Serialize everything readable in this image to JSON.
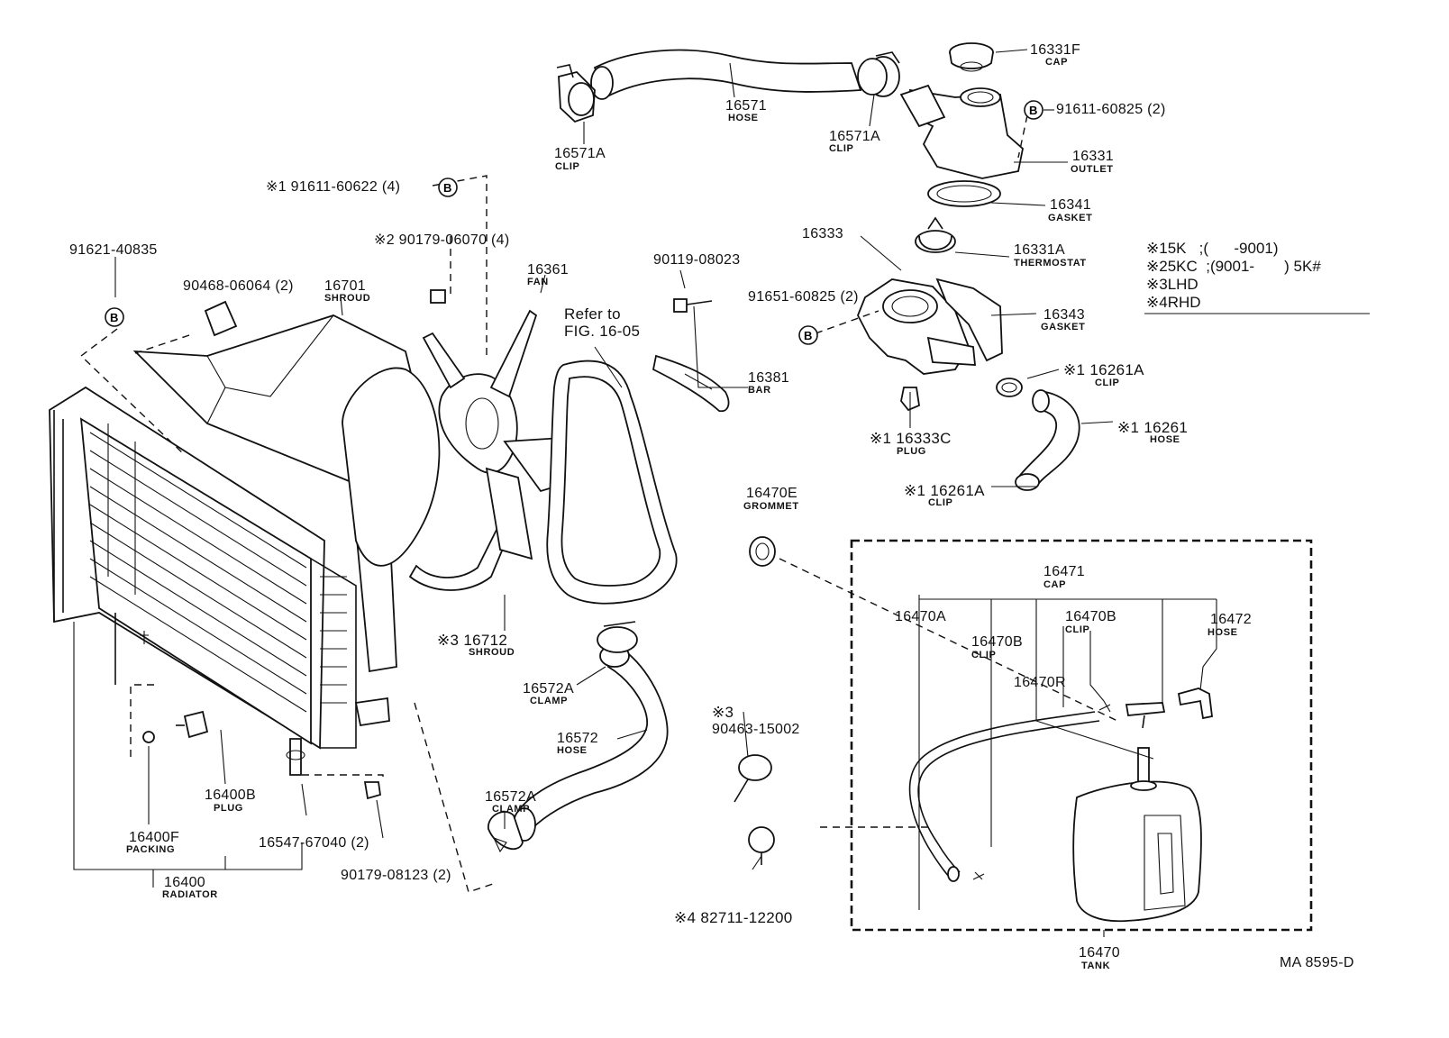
{
  "figure": {
    "code": "MA 8595-D",
    "refer_line1": "Refer to",
    "refer_line2": "FIG. 16-05",
    "bolt_marker": "B"
  },
  "legend": [
    {
      "mark": "※1",
      "text": "5K   ;(      -9001)"
    },
    {
      "mark": "※2",
      "text": "5KC  ;(9001-       ) 5K#"
    },
    {
      "mark": "※3",
      "text": "LHD"
    },
    {
      "mark": "※4",
      "text": "RHD"
    }
  ],
  "parts": {
    "p16331F": {
      "num": "16331F",
      "name": "CAP"
    },
    "p16571_hose": {
      "num": "16571",
      "name": "HOSE"
    },
    "p16571A_left": {
      "num": "16571A",
      "name": "CLIP"
    },
    "p16571A_right": {
      "num": "16571A",
      "name": "CLIP"
    },
    "p91611_60825": {
      "num": "91611-60825 (2)"
    },
    "p16331": {
      "num": "16331",
      "name": "OUTLET"
    },
    "p16341": {
      "num": "16341",
      "name": "GASKET"
    },
    "p16333": {
      "num": "16333"
    },
    "p16331A": {
      "num": "16331A",
      "name": "THERMOSTAT"
    },
    "p91651_60825": {
      "num": "91651-60825 (2)"
    },
    "p16343": {
      "num": "16343",
      "name": "GASKET"
    },
    "p16261A_top": {
      "num": "※1 16261A",
      "name": "CLIP"
    },
    "p16261": {
      "num": "※1 16261",
      "name": "HOSE"
    },
    "p16261A_bottom": {
      "num": "※1 16261A",
      "name": "CLIP"
    },
    "p16333C": {
      "num": "※1 16333C",
      "name": "PLUG"
    },
    "p90119": {
      "num": "90119-08023"
    },
    "p16381": {
      "num": "16381",
      "name": "BAR"
    },
    "p91611_60622": {
      "num": "※1 91611-60622 (4)"
    },
    "p90179_06070": {
      "num": "※2 90179-06070 (4)"
    },
    "p16361": {
      "num": "16361",
      "name": "FAN"
    },
    "p91621": {
      "num": "91621-40835"
    },
    "p90468": {
      "num": "90468-06064 (2)"
    },
    "p16701": {
      "num": "16701",
      "name": "SHROUD"
    },
    "p16712": {
      "num": "※3 16712",
      "name": "SHROUD"
    },
    "p16470E": {
      "num": "16470E",
      "name": "GROMMET"
    },
    "p16572A_top": {
      "num": "16572A",
      "name": "CLAMP"
    },
    "p16572": {
      "num": "16572",
      "name": "HOSE"
    },
    "p16572A_bottom": {
      "num": "16572A",
      "name": "CLAMP"
    },
    "p90463": {
      "mark": "※3",
      "num": "90463-15002"
    },
    "p82711": {
      "num": "※4 82711-12200"
    },
    "p16400B": {
      "num": "16400B",
      "name": "PLUG"
    },
    "p16400F": {
      "num": "16400F",
      "name": "PACKING"
    },
    "p16547": {
      "num": "16547-67040 (2)"
    },
    "p90179_08123": {
      "num": "90179-08123 (2)"
    },
    "p16400": {
      "num": "16400",
      "name": "RADIATOR"
    },
    "p16471": {
      "num": "16471",
      "name": "CAP"
    },
    "p16470A": {
      "num": "16470A"
    },
    "p16470B_left": {
      "num": "16470B",
      "name": "CLIP"
    },
    "p16470B_right": {
      "num": "16470B",
      "name": "CLIP"
    },
    "p16472": {
      "num": "16472",
      "name": "HOSE"
    },
    "p16470R": {
      "num": "16470R"
    },
    "p16470": {
      "num": "16470",
      "name": "TANK"
    }
  }
}
